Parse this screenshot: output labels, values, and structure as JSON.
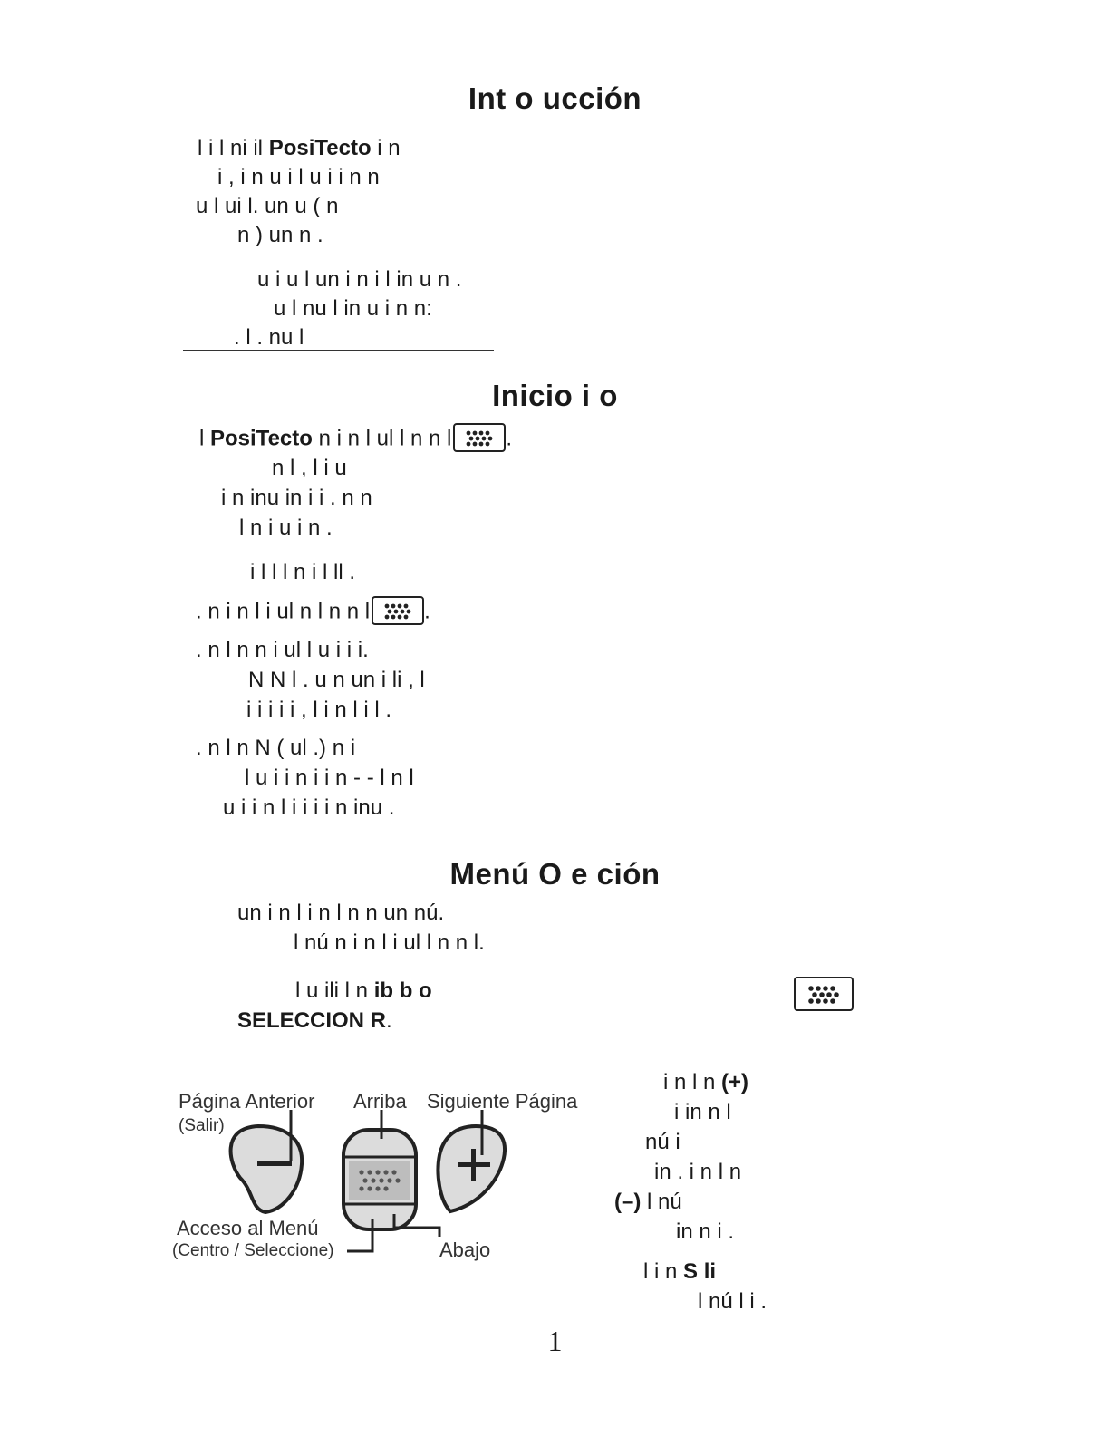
{
  "headings": {
    "intro": "Int o ucción",
    "start": "Inicio i o",
    "menu": "Menú O e ción"
  },
  "intro_lines": [
    [
      "l i l ni il ",
      "PosiTecto",
      " i n"
    ],
    [
      "i , i n u i l u i i n n"
    ],
    [
      "u l ui l. un u ( n"
    ],
    [
      "n ) un n ."
    ],
    [
      "u i u l un i n i l in u n ."
    ],
    [
      "u l nu l in u i n n:"
    ],
    [
      ". l . nu l"
    ]
  ],
  "start_lines": [
    [
      "l ",
      "PosiTecto",
      " n i n l ul l n n l"
    ],
    [
      "n l , l i u"
    ],
    [
      "i n inu in i i . n n"
    ],
    [
      "l n i u i n ."
    ],
    [
      "i l l l n i l ll ."
    ],
    [
      ". n i n l i ul n l n n l"
    ],
    [
      ". n l n n i ul l u i i i."
    ],
    [
      "N N l . u n un i li , l"
    ],
    [
      "i i i i i , l i n l i l ."
    ],
    [
      ". n l n N ( ul .) n i"
    ],
    [
      "l u i i n i i n - - l n l"
    ],
    [
      "u i i n l i i i i n inu ."
    ]
  ],
  "menu_lines": [
    [
      "un i n l i n l n n un nú."
    ],
    [
      "l nú n i n l i ul l n n l."
    ],
    [
      "l u ili l n ",
      "ib",
      " ",
      "b o"
    ],
    [
      "SELECCION R",
      "."
    ]
  ],
  "side_lines": [
    [
      "i n l n ",
      "(+)"
    ],
    [
      "i in n l"
    ],
    [
      "nú i"
    ],
    [
      "in . i n l n"
    ],
    [
      "(–)",
      " l nú"
    ],
    [
      "in n i ."
    ],
    [
      "l i n ",
      "S li"
    ],
    [
      "l nú l i ."
    ]
  ],
  "diagram": {
    "prev_page": "Página Anterior",
    "prev_sub": "(Salir)",
    "up": "Arriba",
    "next_page": "Siguiente Página",
    "menu_access": "Acceso al Menú",
    "menu_sub": "(Centro / Seleccione)",
    "down": "Abajo"
  },
  "page_number": "1"
}
